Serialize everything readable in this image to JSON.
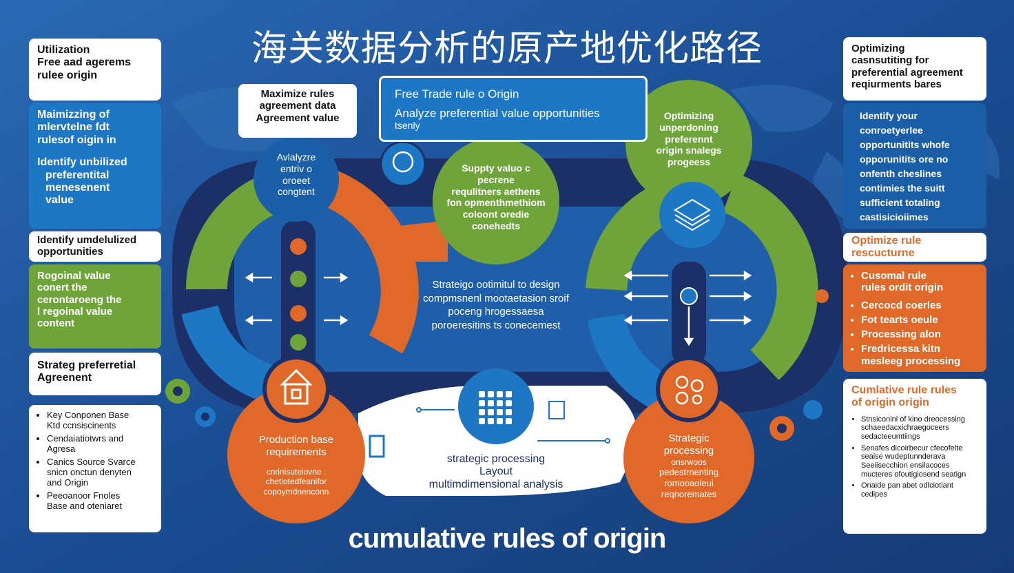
{
  "title": "海关数据分析的原产地优化路径",
  "footer": "cumulative rules of origin",
  "colors": {
    "background": "#1b4d93",
    "navy": "#1c2f66",
    "green": "#6ea43a",
    "orange": "#e0692a",
    "blue": "#1d77c4"
  },
  "left": {
    "box1": [
      "Utilization",
      "Free aad agerems",
      "rulee origin"
    ],
    "box2": [
      "Maimizzing of",
      "mlervtelne fdt",
      "rulesof oigin in"
    ],
    "box2b": [
      "Identify unbilized",
      "preferentital",
      "menesenent",
      "value"
    ],
    "box3": [
      "Identify umdelulized",
      "opportunities"
    ],
    "box4": [
      "Rogoinal value",
      "conert the",
      "cerontaroeng the",
      "l regoinal value",
      "content"
    ],
    "box5": [
      "Strateg preferretial",
      "Agreenent"
    ],
    "box6": [
      "Key Conponen Base",
      "Ktd ccnsiscinents",
      "Cendaiatiotwrs and",
      "Agresa",
      "Canics Source Svarce",
      "snicn onctun denyten",
      "and Origin",
      "Peeoanoor Fnoles",
      "Base and oteniaret"
    ]
  },
  "right": {
    "box1": [
      "Optimizing",
      "casnsutiting for",
      "preferential agreement",
      "reqiurments bares"
    ],
    "box2": [
      "Identify your",
      "conroetyerlee",
      "opportunitits whofe",
      "opporunitits ore no",
      "onfenth cheslines",
      "contimies the suitt",
      "sufficient totaling",
      "castisicioiimes"
    ],
    "box3": [
      "Optimize rule",
      "rescucturne"
    ],
    "box4": [
      "Cusomal rule",
      "rules ordit origin",
      "Cercocd coerles",
      "Fot tearts oeule",
      "Processing alon",
      "Fredricessa kitn",
      "mesleeg processing"
    ],
    "box5": [
      "Cumlative rule rules",
      "of origin origin"
    ],
    "box6": [
      "Stnsiconini of kino dreocessing",
      "schaeedacxichraegoceers",
      "sedacteeumtiings",
      "Senafes dicoirbecur cfecofelte",
      "seaise wudeptunnderava",
      "Seeiisecchion ensilacoces",
      "mucteres ofoutigiosend seatign",
      "Onaide pan abet odlciotiant",
      "cedipes"
    ]
  },
  "top_center_box": [
    "Free Trade rule o Origin",
    "Analyze preferential value opportunities",
    "tsenly"
  ],
  "maximize_box": [
    "Maximize rules",
    "agreement data",
    "Agreement value"
  ],
  "circles": {
    "top_left_blue": [
      "Avlalyzre",
      "entriv o",
      "oroeet",
      "congtent"
    ],
    "center_green": [
      "Suppty valuo c",
      "pecrene",
      "requlitners aethens",
      "fon opmenthmethiom",
      "coloont oredie",
      "conehedts"
    ],
    "top_right_green": [
      "Optimizing",
      "unperdoning",
      "preferennt",
      "origin snalegs",
      "progeess"
    ],
    "bottom_left_orange": [
      "Production base",
      "requirements"
    ],
    "bottom_left_orange_small": [
      "cnrinisuteiovne :",
      "chetiotedfeanifor",
      "copoymdnenconn"
    ],
    "bottom_right_orange": [
      "Strategic",
      "processing",
      "onsrwoos",
      "pedestrnenting",
      "romooaoieui",
      "reqnoremates"
    ]
  },
  "center_text": [
    "Strateigo ootimitul to design",
    "compmsnenl mootaetasion sroif",
    "poceng hrogessaesa",
    "poroeresitins ts conecemest"
  ],
  "bottom_center_text": [
    "strategic processing",
    "Layout",
    "multimdimensional analysis"
  ]
}
